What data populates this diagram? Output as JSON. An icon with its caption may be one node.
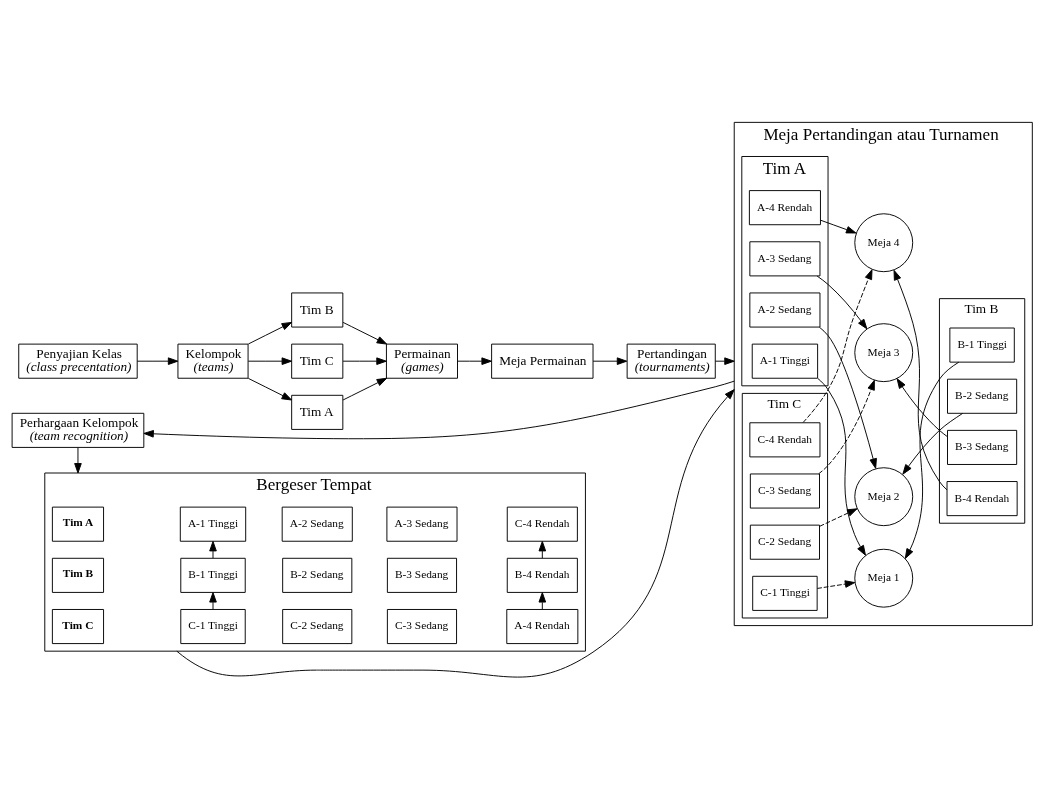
{
  "diagram": {
    "nodes": [
      {
        "text": [
          "Penyajian Kelas",
          "(class precentation)"
        ]
      },
      {
        "text": [
          "Kelompok",
          "(teams)"
        ]
      },
      {
        "text": [
          "Tim A"
        ]
      },
      {
        "text": [
          "Tim B"
        ]
      },
      {
        "text": [
          "Tim C"
        ]
      },
      {
        "text": [
          "Permainan",
          "(games)"
        ]
      },
      {
        "text": [
          "Meja Permainan"
        ]
      },
      {
        "text": [
          "Pertandingan",
          "(tournaments)"
        ]
      },
      {
        "text": [
          "Meja Pertandingan atau Turnamen"
        ]
      },
      {
        "text": [
          "Tim A"
        ],
        "in": 8
      },
      {
        "text": [
          "A-1 Tinggi"
        ],
        "in": 9
      },
      {
        "text": [
          "A-2 Sedang"
        ],
        "in": 9
      },
      {
        "text": [
          "A-3 Sedang"
        ],
        "in": 9
      },
      {
        "text": [
          "A-4 Rendah"
        ],
        "in": 9
      },
      {
        "text": [
          "Tim C"
        ],
        "in": 8
      },
      {
        "text": [
          "C-1 Tinggi"
        ],
        "in": 14
      },
      {
        "text": [
          "C-2 Sedang"
        ],
        "in": 14
      },
      {
        "text": [
          "C-3 Sedang"
        ],
        "in": 14
      },
      {
        "text": [
          "C-4 Rendah"
        ],
        "in": 14
      },
      {
        "text": [
          "Meja 1"
        ],
        "in": 8
      },
      {
        "text": [
          "Meja 2"
        ],
        "in": 8
      },
      {
        "text": [
          "Meja 3"
        ],
        "in": 8
      },
      {
        "text": [
          "Meja 4"
        ],
        "in": 8
      },
      {
        "text": [
          "Tim B"
        ],
        "in": 8
      },
      {
        "text": [
          "B-1 Tinggi"
        ],
        "in": 23
      },
      {
        "text": [
          "B-2 Sedang"
        ],
        "in": 23
      },
      {
        "text": [
          "B-3 Sedang"
        ],
        "in": 23
      },
      {
        "text": [
          "B-4 Rendah"
        ],
        "in": 23
      },
      {
        "text": [
          "Bergeser Tempat"
        ]
      },
      {
        "text": [
          "Tim A"
        ],
        "in": 28
      },
      {
        "text": [
          "Tim B"
        ],
        "in": 28
      },
      {
        "text": [
          "Tim C"
        ],
        "in": 28
      },
      {
        "text": [
          "A-1 Tinggi"
        ],
        "in": 28
      },
      {
        "text": [
          "A-2 Sedang"
        ],
        "in": 28
      },
      {
        "text": [
          "A-3 Sedang"
        ],
        "in": 28
      },
      {
        "text": [
          "A-4 Rendah"
        ],
        "in": 28
      },
      {
        "text": [
          "B-1 Tinggi"
        ],
        "in": 28
      },
      {
        "text": [
          "B-2 Sedang"
        ],
        "in": 28
      },
      {
        "text": [
          "B-3 Sedang"
        ],
        "in": 28
      },
      {
        "text": [
          "B-4 Rendah"
        ],
        "in": 28
      },
      {
        "text": [
          "C-1 Tinggi"
        ],
        "in": 28
      },
      {
        "text": [
          "C-2 Sedang"
        ],
        "in": 28
      },
      {
        "text": [
          "C-3 Sedang"
        ],
        "in": 28
      },
      {
        "text": [
          "C-4 Rendah"
        ],
        "in": 28
      },
      {
        "text": [
          "Perhargaan Kelompok",
          "(team recognition)"
        ]
      }
    ],
    "edges": [
      {
        "from": 0,
        "to": 1,
        "arrow": "to"
      },
      {
        "from": 1,
        "to": 2,
        "arrow": "to"
      },
      {
        "from": 1,
        "to": 3,
        "arrow": "to"
      },
      {
        "from": 1,
        "to": 4,
        "arrow": "to"
      },
      {
        "from": 2,
        "to": 5,
        "arrow": "to"
      },
      {
        "from": 3,
        "to": 5,
        "arrow": "to"
      },
      {
        "from": 4,
        "to": 5,
        "arrow": "to"
      },
      {
        "from": 5,
        "to": 6,
        "arrow": "to"
      },
      {
        "from": 6,
        "to": 7,
        "arrow": "to"
      },
      {
        "from": 7,
        "to": 8,
        "arrow": "to"
      },
      {
        "from": 10,
        "to": 19,
        "arrow": "to"
      },
      {
        "from": 11,
        "to": 20,
        "arrow": "to"
      },
      {
        "from": 12,
        "to": 21,
        "arrow": "to"
      },
      {
        "from": 13,
        "to": 22,
        "arrow": "to"
      },
      {
        "from": 15,
        "to": 19,
        "arrow": "to",
        "style": "dashed"
      },
      {
        "from": 16,
        "to": 20,
        "arrow": "to",
        "style": "dashed"
      },
      {
        "from": 17,
        "to": 21,
        "arrow": "to",
        "style": "dashed"
      },
      {
        "from": 18,
        "to": 22,
        "arrow": "to",
        "style": "dashed"
      },
      {
        "from": 24,
        "to": 19,
        "arrow": "to"
      },
      {
        "from": 25,
        "to": 20,
        "arrow": "to"
      },
      {
        "from": 26,
        "to": 21,
        "arrow": "to"
      },
      {
        "from": 27,
        "to": 22,
        "arrow": "to"
      },
      {
        "from": 28,
        "to": 8,
        "arrow": "to"
      },
      {
        "from": 36,
        "to": 32,
        "arrow": "to"
      },
      {
        "from": 40,
        "to": 36,
        "arrow": "to"
      },
      {
        "from": 35,
        "to": 39,
        "arrow": "to"
      },
      {
        "from": 39,
        "to": 43,
        "arrow": "to"
      },
      {
        "from": 8,
        "to": 44,
        "arrow": "to"
      },
      {
        "from": 44,
        "to": 28,
        "arrow": "to"
      }
    ]
  }
}
